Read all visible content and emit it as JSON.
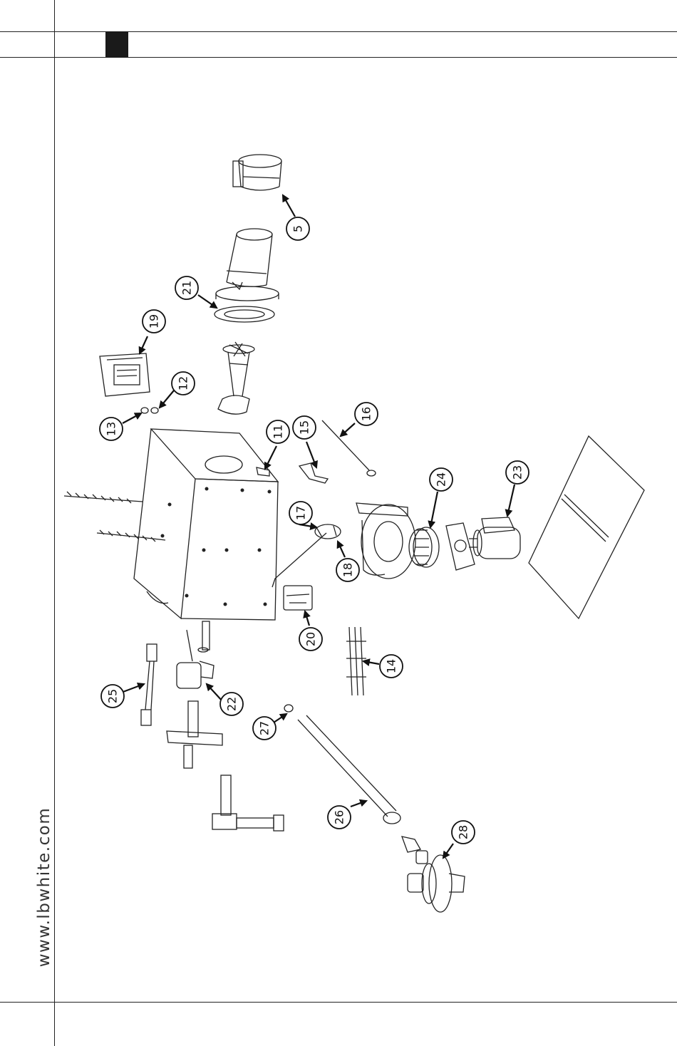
{
  "sidebar": {
    "url": "www.lbwhite.com"
  },
  "callouts": {
    "c5": "5",
    "c11": "11",
    "c12": "12",
    "c13": "13",
    "c14": "14",
    "c15": "15",
    "c16": "16",
    "c17": "17",
    "c18": "18",
    "c19": "19",
    "c20": "20",
    "c21": "21",
    "c22": "22",
    "c23": "23",
    "c24": "24",
    "c25": "25",
    "c26": "26",
    "c27": "27",
    "c28": "28"
  }
}
